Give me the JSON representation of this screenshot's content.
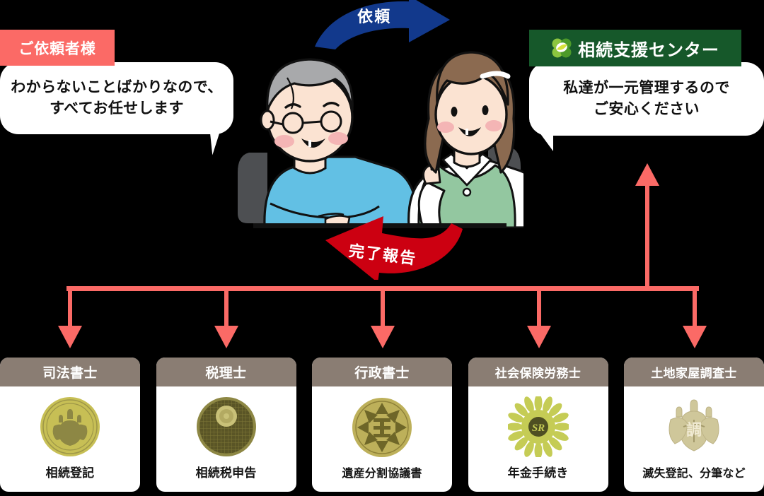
{
  "client": {
    "tab_label": "ご依頼者様",
    "bubble_line1": "わからないことばかりなので、",
    "bubble_line2": "すべてお任せします",
    "tab_color": "#fb6a66"
  },
  "center": {
    "tab_label": "相続支援センター",
    "logo_icon": "clover-leaf-icon",
    "bubble_line1": "私達が一元管理するので",
    "bubble_line2": "ご安心ください",
    "tab_color": "#16582a"
  },
  "arrows": {
    "request_label": "依頼",
    "request_color": "#12398c",
    "report_label": "完了報告",
    "report_color": "#cc0011",
    "connector_color": "#fb6a66"
  },
  "illustration": {
    "left_person": "elderly-man-with-glasses",
    "right_person": "young-woman-advisor"
  },
  "cards": [
    {
      "title": "司法書士",
      "label": "相続登記",
      "emblem": "paulownia-seal-icon",
      "emblem_colors": {
        "base": "#c7bf55",
        "detail": "#8d8744"
      }
    },
    {
      "title": "税理士",
      "label": "相続税申告",
      "emblem": "chrysanthemum-grid-seal-icon",
      "emblem_colors": {
        "base": "#5a5526",
        "detail": "#c9c178"
      }
    },
    {
      "title": "行政書士",
      "label": "遺産分割協議書",
      "emblem": "gyosei-star-seal-icon",
      "emblem_colors": {
        "base": "#bdb05a",
        "detail": "#6e6628"
      }
    },
    {
      "title": "社会保険労務士",
      "label": "年金手続き",
      "emblem": "sunflower-sr-seal-icon",
      "emblem_colors": {
        "base": "#c5cc55",
        "detail": "#4e4f22"
      }
    },
    {
      "title": "土地家屋調査士",
      "label": "滅失登記、分筆など",
      "emblem": "land-surveyor-seal-icon",
      "emblem_colors": {
        "base": "#cfc79a",
        "detail": "#b5ab77"
      }
    }
  ]
}
